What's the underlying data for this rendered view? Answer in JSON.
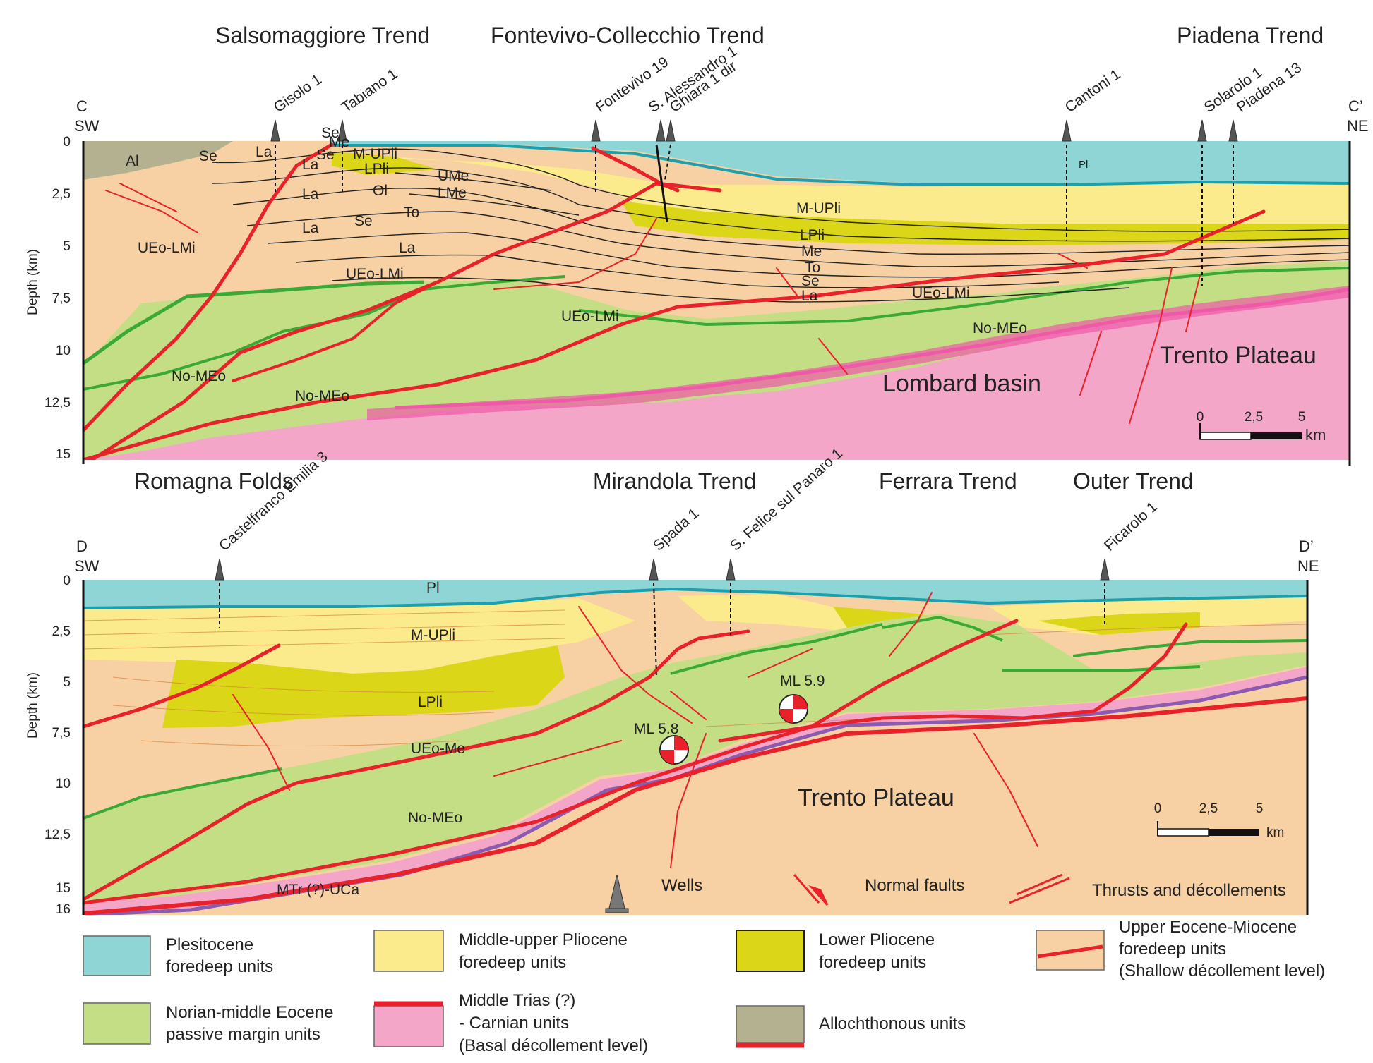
{
  "section_top": {
    "corner_left": [
      "C",
      "SW"
    ],
    "corner_right": [
      "C’",
      "NE"
    ],
    "trend_titles": [
      "Salsomaggiore Trend",
      "Fontevivo-Collecchio Trend",
      "Piadena Trend"
    ],
    "y_axis_label": "Depth (km)",
    "y_ticks": [
      "0",
      "2,5",
      "5",
      "7,5",
      "10",
      "12,5",
      "15"
    ],
    "wells": [
      "Gisolo 1",
      "Tabiano 1",
      "Fontevivo 19",
      "S. Alessandro 1",
      "Ghiara 1 dir",
      "Cantoni 1",
      "Solarolo 1",
      "Piadena 13"
    ],
    "unit_labels": [
      "Al",
      "Se",
      "La",
      "Se",
      "Me",
      "La",
      "Se",
      "La",
      "M-UPli",
      "LPli",
      "Ol",
      "UMe",
      "LMe",
      "La",
      "To",
      "La",
      "Se",
      "La",
      "UEo-LMi",
      "UEo-LMi",
      "UEo-LMi",
      "UEo-LMi",
      "No-MEo",
      "No-MEo",
      "No-MEo",
      "Pl",
      "M-UPli",
      "LPli",
      "Me",
      "To",
      "Se",
      "La"
    ],
    "region_labels": [
      "Lombard basin",
      "Trento Plateau"
    ],
    "scale_ticks": [
      "0",
      "2,5",
      "5"
    ],
    "scale_unit": "km"
  },
  "section_bottom": {
    "corner_left": [
      "D",
      "SW"
    ],
    "corner_right": [
      "D’",
      "NE"
    ],
    "trend_titles": [
      "Romagna Folds",
      "Mirandola Trend",
      "Ferrara Trend",
      "Outer Trend"
    ],
    "y_axis_label": "Depth (km)",
    "y_ticks": [
      "0",
      "2,5",
      "5",
      "7,5",
      "10",
      "12,5",
      "15",
      "16"
    ],
    "wells": [
      "Castelfranco Emilia 3",
      "Spada 1",
      "S. Felice sul Panaro 1",
      "Ficarolo 1"
    ],
    "unit_labels": [
      "Pl",
      "M-UPli",
      "LPli",
      "UEo-Me",
      "No-MEo",
      "MTr (?)-UCa"
    ],
    "earthquakes": [
      "ML 5.8",
      "ML 5.9"
    ],
    "region_labels": [
      "Trento Plateau"
    ],
    "scale_ticks": [
      "0",
      "2,5",
      "5"
    ],
    "scale_unit": "km"
  },
  "symbol_legend": [
    "Wells",
    "Normal faults",
    "Thrusts and décollements"
  ],
  "legend": [
    {
      "line1": "Plesitocene",
      "line2": "foredeep units",
      "line3": "",
      "color": "#8fd5d6"
    },
    {
      "line1": "Middle-upper Pliocene",
      "line2": "foredeep units",
      "line3": "",
      "color": "#fbeb8c"
    },
    {
      "line1": "Lower Pliocene",
      "line2": "foredeep units",
      "line3": "",
      "color": "#dbd617"
    },
    {
      "line1": "Upper Eocene-Miocene",
      "line2": "foredeep units",
      "line3": "(Shallow décollement level)",
      "color": "#f7d1a4"
    },
    {
      "line1": "Norian-middle Eocene",
      "line2": "passive margin units",
      "line3": "",
      "color": "#c4de85"
    },
    {
      "line1": "Middle Trias (?)",
      "line2": "- Carnian units",
      "line3": "(Basal décollement level)",
      "color": "#f4a6c8"
    },
    {
      "line1": "Allochthonous units",
      "line2": "",
      "line3": "",
      "color": "#b4b191"
    }
  ],
  "colors": {
    "pleistocene": "#8fd5d6",
    "mu_pliocene": "#fbeb8c",
    "l_pliocene": "#dbd617",
    "eo_miocene": "#f7d1a4",
    "mesozoic": "#c4de85",
    "trias": "#f4a6c8",
    "alloch": "#b4b191",
    "fault": "#e8212a",
    "green_line": "#3aa935",
    "pink_line": "#ef5aa8",
    "base_line": "#8a5bb0"
  }
}
